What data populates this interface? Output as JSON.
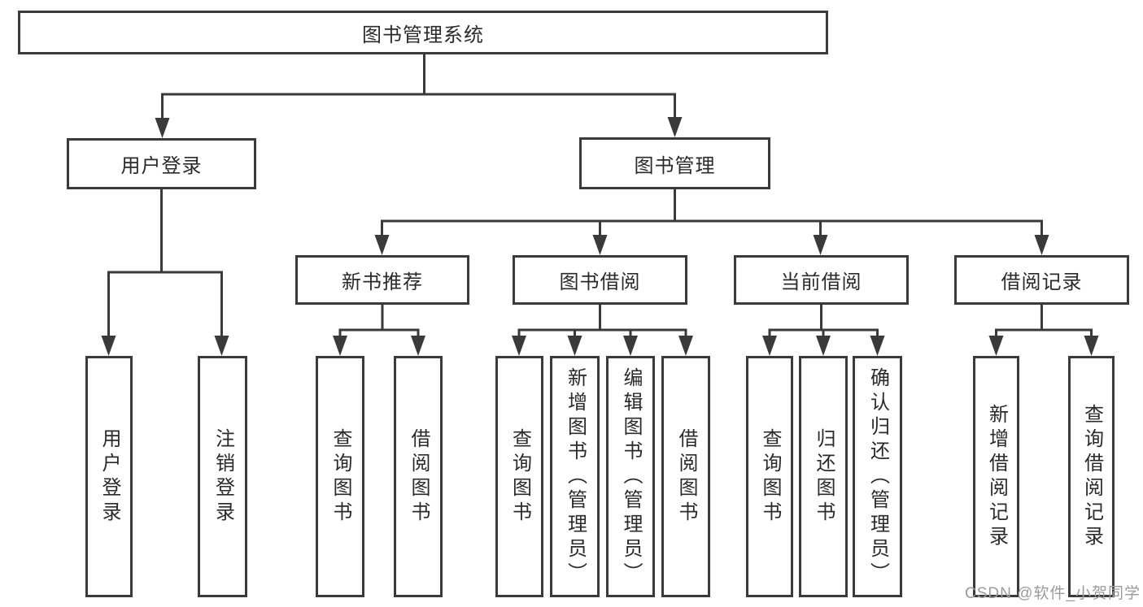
{
  "title": "图书管理系统",
  "level2": {
    "user_login": "用户登录",
    "book_mgmt": "图书管理"
  },
  "level3": {
    "new_book_rec": "新书推荐",
    "book_borrow": "图书借阅",
    "current_borrow": "当前借阅",
    "borrow_record": "借阅记录"
  },
  "leaves": {
    "user_login": [
      "用户登录",
      "注销登录"
    ],
    "new_book_rec": [
      "查询图书",
      "借阅图书"
    ],
    "book_borrow": [
      "查询图书",
      "新增图书（管理员）",
      "编辑图书（管理员）",
      "借阅图书"
    ],
    "current_borrow": [
      "查询图书",
      "归还图书",
      "确认归还（管理员）"
    ],
    "borrow_record": [
      "新增借阅记录",
      "查询借阅记录"
    ]
  },
  "watermark": "CSDN @软件_小贺同学",
  "colors": {
    "line": "#3a3a3a",
    "text": "#2a2a2a",
    "watermark": "#9b9b9b",
    "background": "#ffffff"
  }
}
